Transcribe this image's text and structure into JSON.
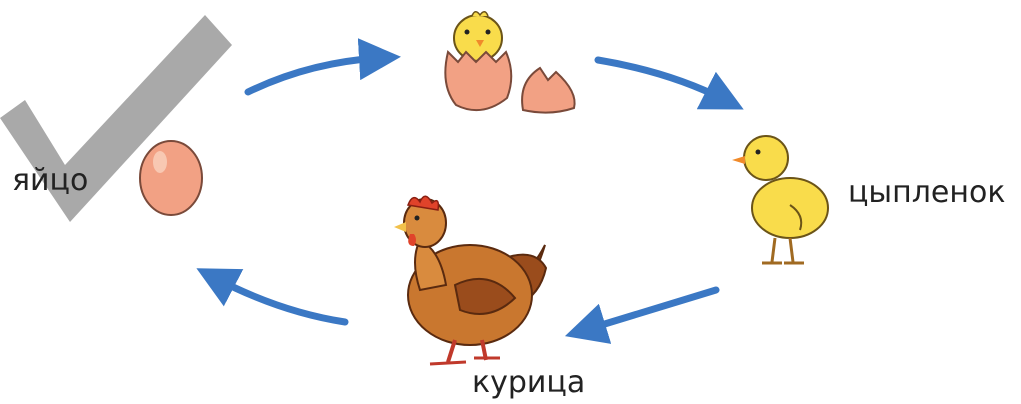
{
  "labels": {
    "egg": "яйцо",
    "chick": "цыпленок",
    "hen": "курица"
  },
  "stages": [
    "egg",
    "hatching-chick",
    "chick",
    "hen"
  ],
  "colors": {
    "arrow": "#3b78c4",
    "checkmark": "#a9a9a9",
    "egg": "#f2a184",
    "chick": "#f9dc4b",
    "hen": "#c9772f"
  }
}
